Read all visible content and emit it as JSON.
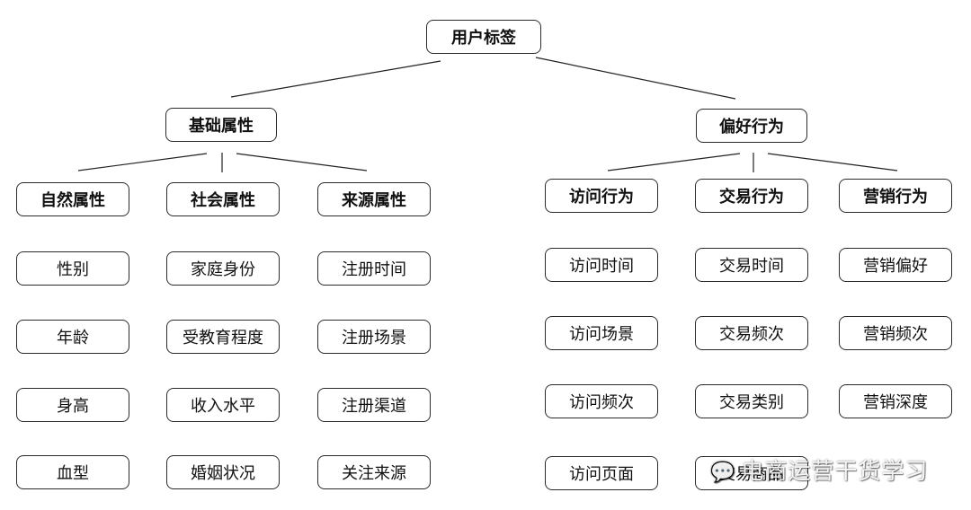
{
  "root": {
    "label": "用户标签"
  },
  "branches": [
    {
      "label": "基础属性",
      "categories": [
        {
          "label": "自然属性",
          "items": [
            "性别",
            "年龄",
            "身高",
            "血型"
          ]
        },
        {
          "label": "社会属性",
          "items": [
            "家庭身份",
            "受教育程度",
            "收入水平",
            "婚姻状况"
          ]
        },
        {
          "label": "来源属性",
          "items": [
            "注册时间",
            "注册场景",
            "注册渠道",
            "关注来源"
          ]
        }
      ]
    },
    {
      "label": "偏好行为",
      "categories": [
        {
          "label": "访问行为",
          "items": [
            "访问时间",
            "访问场景",
            "访问频次",
            "访问页面"
          ]
        },
        {
          "label": "交易行为",
          "items": [
            "交易时间",
            "交易频次",
            "交易类别",
            "交易商品"
          ]
        },
        {
          "label": "营销行为",
          "items": [
            "营销偏好",
            "营销频次",
            "营销深度"
          ]
        }
      ]
    }
  ],
  "watermark": {
    "text": "电商运营干货学习",
    "icon": "wechat-icon"
  }
}
